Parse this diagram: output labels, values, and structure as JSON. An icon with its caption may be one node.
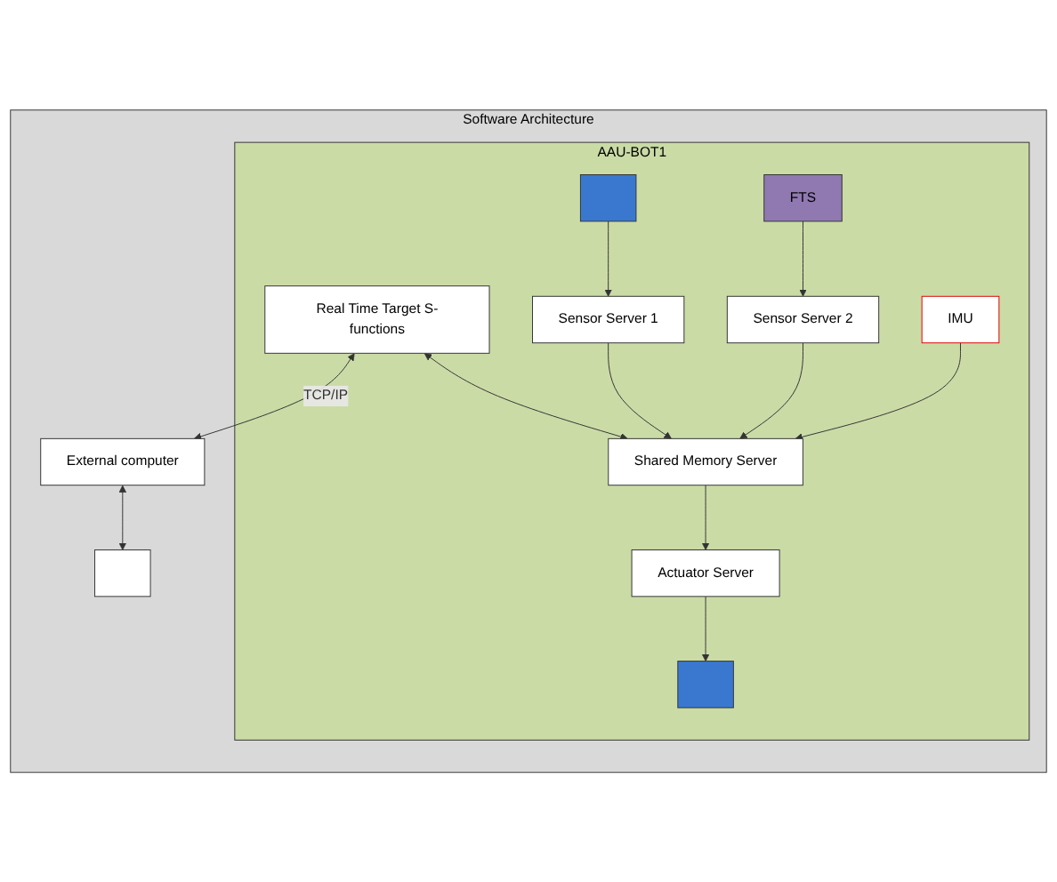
{
  "diagram": {
    "nodes": [
      {
        "text": [
          "Software Architecture"
        ]
      },
      {
        "text": [
          "AAU-BOT1"
        ],
        "in": 0
      },
      {
        "text": [
          "Real Time Target S-functions"
        ],
        "in": 1
      },
      {
        "text": [
          "External computer"
        ],
        "in": 0
      },
      {
        "text": [
          "Shared Memory Server"
        ],
        "in": 1
      },
      {
        "text": [],
        "shape": "box",
        "in": 0
      },
      {
        "text": [
          "Actuator Server"
        ],
        "in": 1
      },
      {
        "text": [
          "Sensor Server 1"
        ],
        "in": 1
      },
      {
        "text": [
          "Sensor Server 2"
        ],
        "in": 1
      },
      {
        "text": [
          "IMU"
        ],
        "in": 1
      },
      {
        "text": [],
        "shape": "box",
        "in": 1
      },
      {
        "text": [],
        "shape": "box",
        "in": 1
      },
      {
        "text": [
          "FTS"
        ],
        "in": 1
      }
    ],
    "edges": [
      {
        "from": 2,
        "to": 3,
        "arrow": "both",
        "label": "TCP/IP"
      },
      {
        "from": 2,
        "to": 4,
        "arrow": "both"
      },
      {
        "from": 3,
        "to": 5,
        "arrow": "both"
      },
      {
        "from": 4,
        "to": 6,
        "arrow": "to"
      },
      {
        "from": 7,
        "to": 4,
        "arrow": "to"
      },
      {
        "from": 8,
        "to": 4,
        "arrow": "to"
      },
      {
        "from": 9,
        "to": 4,
        "arrow": "to"
      },
      {
        "from": 6,
        "to": 10,
        "arrow": "to"
      },
      {
        "from": 11,
        "to": 7,
        "arrow": "to"
      },
      {
        "from": 12,
        "to": 8,
        "arrow": "to"
      }
    ]
  }
}
